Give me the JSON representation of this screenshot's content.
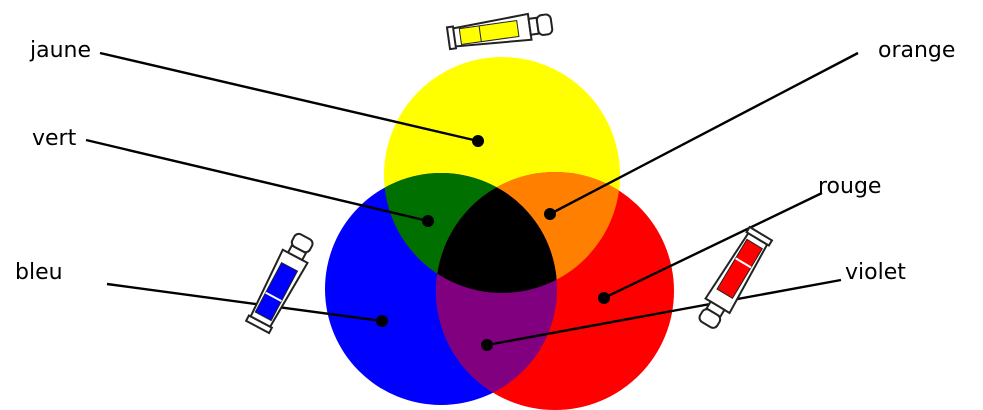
{
  "labels": {
    "jaune": "jaune",
    "vert": "vert",
    "bleu": "bleu",
    "orange": "orange",
    "rouge": "rouge",
    "violet": "violet"
  },
  "colors": {
    "jaune": "#FFFF00",
    "bleu": "#0000FF",
    "rouge": "#FF0000",
    "vert": "#007000",
    "orange": "#FF8000",
    "violet": "#800080",
    "noir": "#000000"
  },
  "icons": [
    "yellow-paint-tube-icon",
    "blue-paint-tube-icon",
    "red-paint-tube-icon"
  ]
}
